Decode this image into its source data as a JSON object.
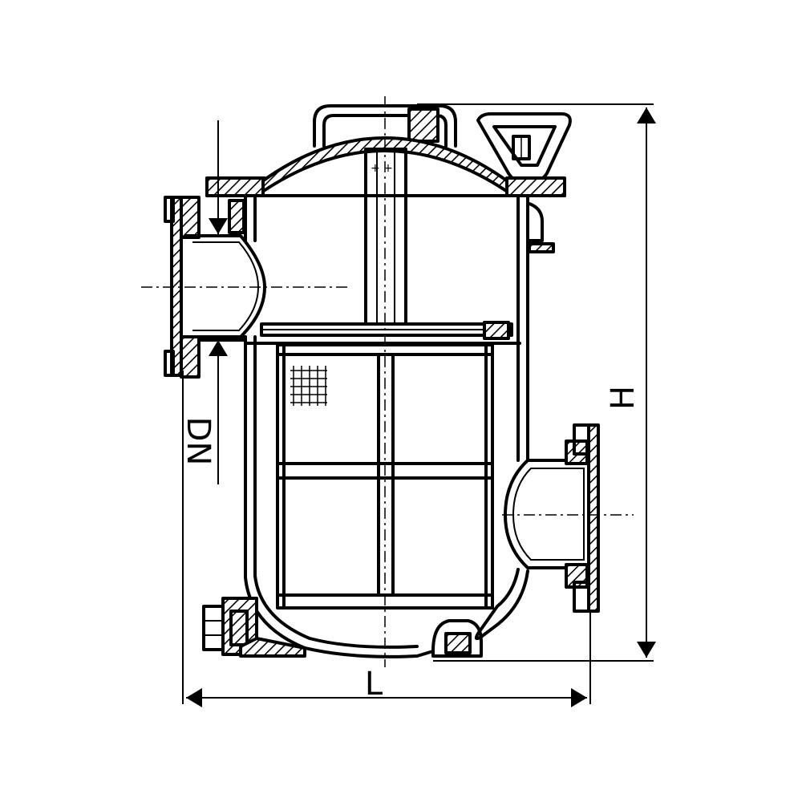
{
  "dimensions": {
    "length_label": "L",
    "height_label": "H",
    "nominal_diameter_label": "DN"
  }
}
